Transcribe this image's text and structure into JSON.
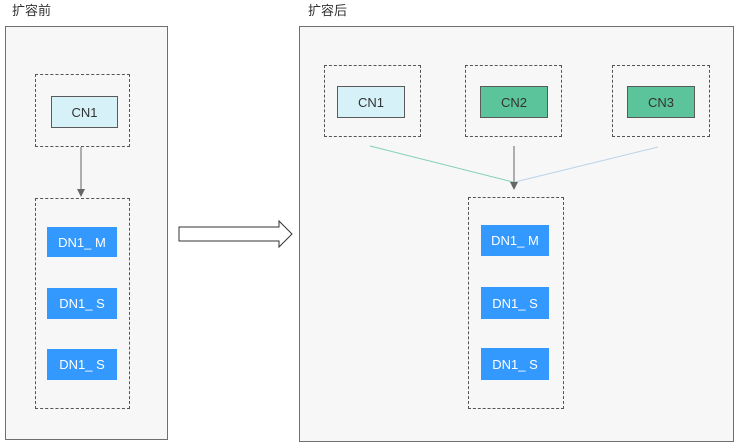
{
  "before": {
    "title": "扩容前",
    "cn": [
      "CN1"
    ],
    "dn": [
      "DN1_ M",
      "DN1_ S",
      "DN1_ S"
    ]
  },
  "after": {
    "title": "扩容后",
    "cn": [
      "CN1",
      "CN2",
      "CN3"
    ],
    "dn": [
      "DN1_ M",
      "DN1_ S",
      "DN1_ S"
    ]
  },
  "colors": {
    "panel_bg": "#f7f7f7",
    "cn_light": "#d6f1f8",
    "cn_green": "#5cc49b",
    "dn_blue": "#3399ff",
    "line_green": "#7fd0b0",
    "line_blue": "#b9d3ea",
    "arrow_gray": "#666666"
  }
}
